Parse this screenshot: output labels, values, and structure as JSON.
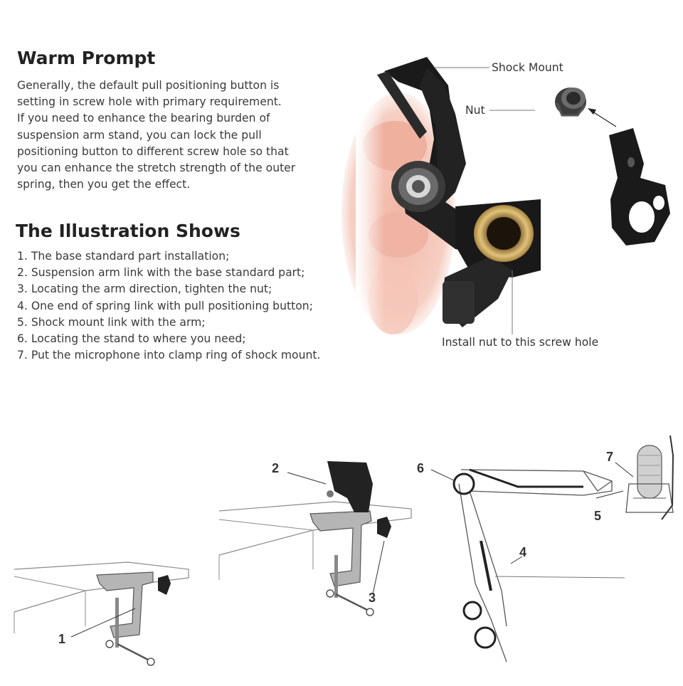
{
  "warm_prompt": {
    "title": "Warm Prompt",
    "lines": [
      "Generally, the default pull positioning button is",
      "setting in screw hole with primary requirement.",
      "If you need to enhance the bearing burden of",
      "suspension arm stand, you can lock the pull",
      "positioning button to different screw hole so that",
      "you can enhance the stretch strength of the outer",
      "spring, then you get the effect."
    ]
  },
  "illustration": {
    "title": "The Illustration Shows",
    "steps": [
      "1. The base standard part installation;",
      "2. Suspension arm link with the base standard part;",
      "3. Locating the arm direction, tighten the nut;",
      "4. One end of spring link with pull positioning button;",
      "5. Shock mount link with the arm;",
      "6. Locating the stand to where you need;",
      "7. Put the microphone into clamp ring of shock mount."
    ]
  },
  "photo_labels": {
    "shock_mount": "Shock Mount",
    "nut": "Nut",
    "screw_hole": "Install nut to this screw hole"
  },
  "diagram_numbers": [
    "1",
    "2",
    "3",
    "4",
    "5",
    "6",
    "7"
  ]
}
